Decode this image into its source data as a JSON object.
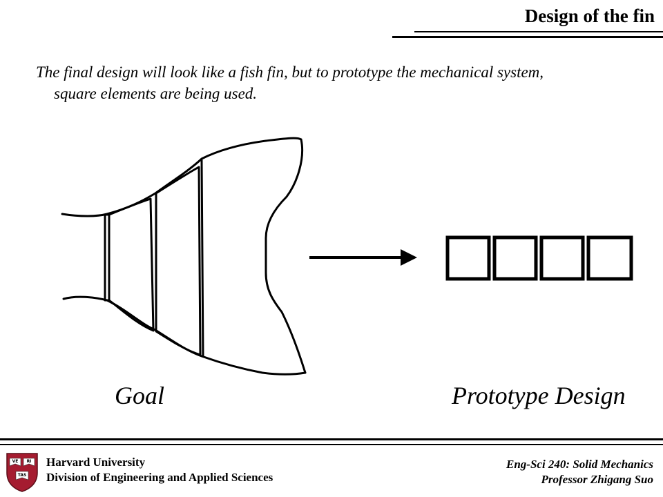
{
  "slide": {
    "title": "Design of the fin",
    "intro_line1": "The final design will look like a fish fin, but to prototype the mechanical system,",
    "intro_line2": "square elements are being used.",
    "goal_label": "Goal",
    "prototype_label": "Prototype Design"
  },
  "footer": {
    "university": "Harvard University",
    "division": "Division of Engineering and Applied Sciences",
    "course": "Eng-Sci 240: Solid Mechanics",
    "professor": "Professor Zhigang Suo",
    "crest_letters": [
      "VE",
      "RI",
      "TAS"
    ],
    "crest_color": "#a51c30"
  },
  "icons": {
    "fin": "fish-fin-drawing",
    "arrow": "right-arrow-icon",
    "squares": "square-elements-drawing",
    "crest": "harvard-crest-icon"
  }
}
